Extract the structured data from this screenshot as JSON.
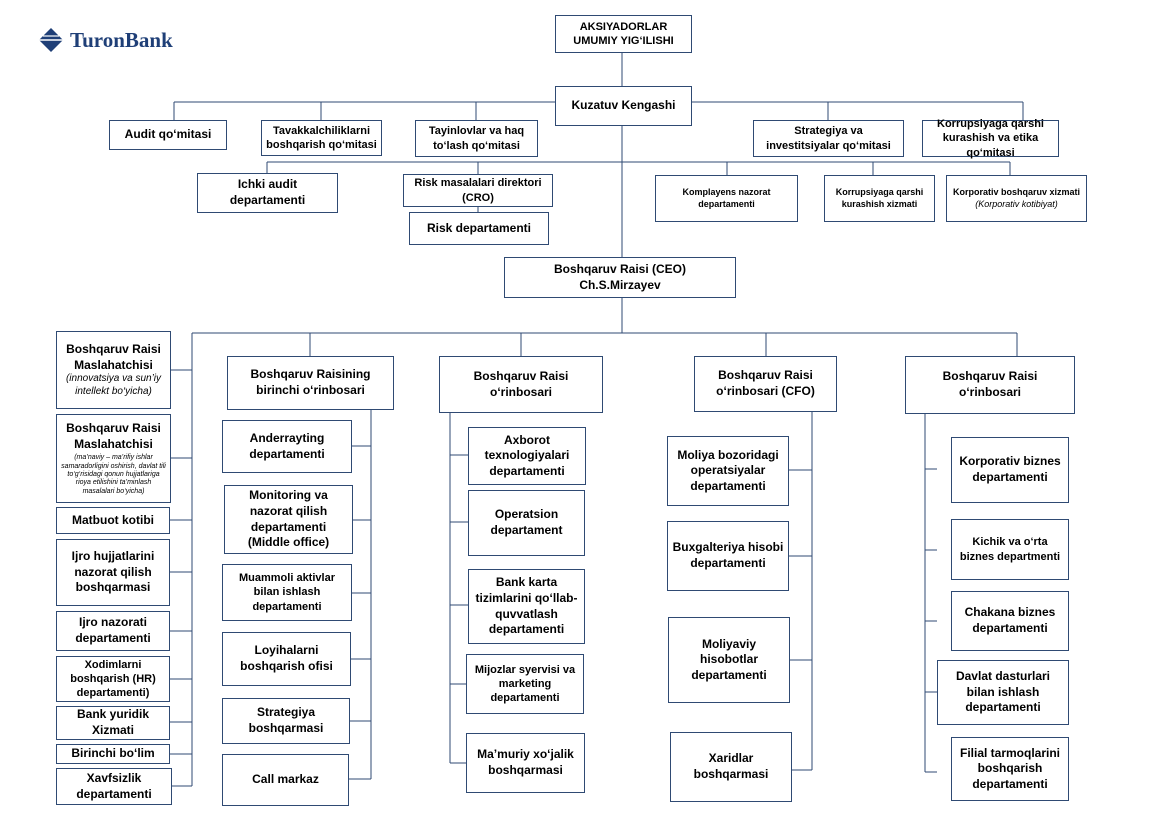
{
  "brand": {
    "name": "TuronBank",
    "color": "#1f3f77"
  },
  "colors": {
    "border": "#2f4a73",
    "connector": "#2f4a73"
  },
  "nodes": {
    "assembly": {
      "title": "AKSIYADORLAR UMUMIY YIG‘ILISHI"
    },
    "board": {
      "title": "Kuzatuv Kengashi"
    },
    "audit_committee": {
      "title": "Audit qo‘mitasi"
    },
    "risk_committee": {
      "title": "Tavakkalchiliklarni boshqarish qo‘mitasi"
    },
    "appointment_committee": {
      "title": "Tayinlovlar va haq to‘lash qo‘mitasi"
    },
    "strategy_committee": {
      "title": "Strategiya va investitsiyalar qo‘mitasi"
    },
    "anticorruption_committee": {
      "title": "Korrupsiyaga qarshi kurashish va etika qo‘mitasi"
    },
    "internal_audit": {
      "title": "Ichki audit departamenti"
    },
    "cro": {
      "title": "Risk masalalari direktori (CRO)"
    },
    "risk_dept": {
      "title": "Risk departamenti"
    },
    "compliance": {
      "title": "Komplayens nazorat departamenti"
    },
    "anticorruption_service": {
      "title": "Korrupsiyaga qarshi kurashish xizmati"
    },
    "corporate_governance": {
      "title": "Korporativ boshqaruv xizmati",
      "subtitle": "(Korporativ kotibiyat)"
    },
    "ceo": {
      "title": "Boshqaruv Raisi (CEO)",
      "name": "Ch.S.Mirzayev"
    },
    "advisor1": {
      "title": "Boshqaruv Raisi Maslahatchisi",
      "subtitle": "(innovatsiya va sun’iy intellekt bo‘yicha)"
    },
    "advisor2": {
      "title": "Boshqaruv Raisi Maslahatchisi",
      "subtitle": "(ma’naviy – ma’rifiy ishlar samaradorligini oshirish, davlat tili to‘g‘risidagi qonun hujjatlariga rioya etilishini ta’minlash masalalari bo‘yicha)"
    },
    "press": {
      "title": "Matbuot kotibi"
    },
    "exec_docs": {
      "title": "Ijro hujjatlarini nazorat qilish boshqarmasi"
    },
    "exec_control": {
      "title": "Ijro nazorati departamenti"
    },
    "hr": {
      "title": "Xodimlarni boshqarish (HR) departamenti)"
    },
    "legal": {
      "title": "Bank yuridik Xizmati"
    },
    "first_dept": {
      "title": "Birinchi bo‘lim"
    },
    "security": {
      "title": "Xavfsizlik departamenti"
    },
    "first_deputy": {
      "title": "Boshqaruv Raisining birinchi o‘rinbosari"
    },
    "underwriting": {
      "title": "Anderrayting departamenti"
    },
    "monitoring": {
      "title": "Monitoring va nazorat qilish departamenti (Middle office)"
    },
    "problem_assets": {
      "title": "Muammoli aktivlar bilan ishlash departamenti"
    },
    "project_office": {
      "title": "Loyihalarni boshqarish ofisi"
    },
    "strategy_dept": {
      "title": "Strategiya boshqarmasi"
    },
    "call_center": {
      "title": "Call markaz"
    },
    "deputy": {
      "title": "Boshqaruv Raisi o‘rinbosari"
    },
    "it": {
      "title": "Axborot texnologiyalari departamenti"
    },
    "operations": {
      "title": "Operatsion departament"
    },
    "cards": {
      "title": "Bank karta tizimlarini qo‘llab-quvvatlash departamenti"
    },
    "customer_service": {
      "title": "Mijozlar syervisi va marketing departamenti"
    },
    "admin": {
      "title": "Ma’muriy xo‘jalik boshqarmasi"
    },
    "cfo": {
      "title": "Boshqaruv Raisi o‘rinbosari (CFO)"
    },
    "fin_market": {
      "title": "Moliya bozoridagi operatsiyalar departamenti"
    },
    "accounting": {
      "title": "Buxgalteriya hisobi departamenti"
    },
    "fin_reporting": {
      "title": "Moliyaviy hisobotlar departamenti"
    },
    "procurement": {
      "title": "Xaridlar boshqarmasi"
    },
    "deputy2": {
      "title": "Boshqaruv Raisi o‘rinbosari"
    },
    "corporate_business": {
      "title": "Korporativ biznes departamenti"
    },
    "sme": {
      "title": "Kichik va o‘rta biznes departmenti"
    },
    "retail": {
      "title": "Chakana biznes departamenti"
    },
    "state_programs": {
      "title": "Davlat dasturlari bilan ishlash departamenti"
    },
    "branch_network": {
      "title": "Filial tarmoqlarini boshqarish departamenti"
    }
  }
}
